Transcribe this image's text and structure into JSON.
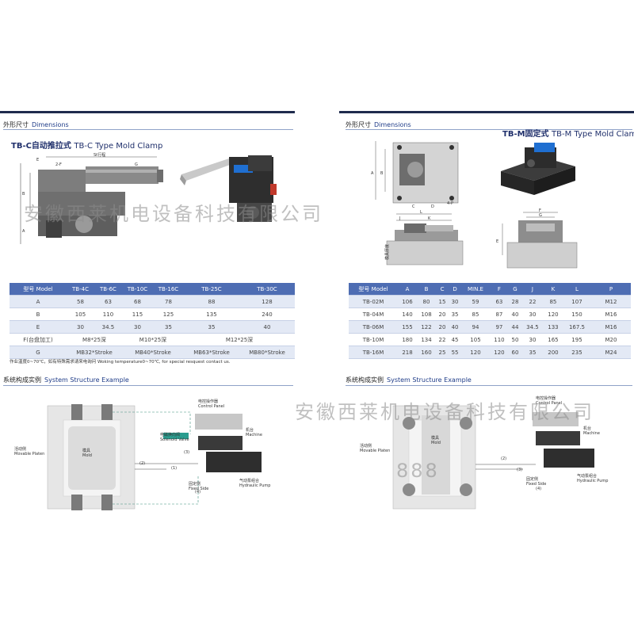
{
  "left": {
    "section1": {
      "cn": "外形尺寸",
      "en": "Dimensions"
    },
    "model": {
      "cn": "TB-C自动推拉式",
      "en": "TB-C Type Mold Clamp"
    },
    "drawing_labels": {
      "stroke": "St行程",
      "g": "G",
      "twoF": "2-F",
      "e": "E",
      "b": "B",
      "a": "A"
    },
    "table": {
      "headers": [
        "型号 Model",
        "TB-4C",
        "TB-6C",
        "TB-10C",
        "TB-16C",
        "TB-25C",
        "TB-30C"
      ],
      "rows": [
        [
          "A",
          "58",
          "63",
          "68",
          "78",
          "88",
          "128"
        ],
        [
          "B",
          "105",
          "110",
          "115",
          "125",
          "135",
          "240"
        ],
        [
          "E",
          "30",
          "34.5",
          "30",
          "35",
          "35",
          "40"
        ]
      ],
      "f_row": {
        "label": "F(台盘加工)",
        "v1": "M8*25深",
        "v2": "M10*25深",
        "v3": "M12*25深"
      },
      "g_row": {
        "label": "G",
        "v1": "MB32*Stroke",
        "v2": "MB40*Stroke",
        "v3": "MB63*Stroke",
        "v4": "MB80*Stroke"
      }
    },
    "note": "作业温度0~70℃，如有特殊需求请来电询问    Woking temperature0~70℃, for special resquest contact us.",
    "section2": {
      "cn": "系统构成实例",
      "en": "System Structure Example"
    },
    "diagram": {
      "mold_cn": "模具",
      "mold_en": "Mold",
      "movable_cn": "活动侧",
      "movable_en": "Movable Platen",
      "control_cn": "电控操作器",
      "control_en": "Control Panel",
      "solenoid_cn": "电磁换向阀",
      "solenoid_en": "Solenoid Valve",
      "machine_cn": "机台",
      "machine_en": "Machine",
      "fixed_cn": "固定侧",
      "fixed_en": "Fixed Side",
      "pump_cn": "气动泵组合",
      "pump_en": "Hydraulic Pump",
      "c1": "(1)",
      "c2": "(2)",
      "c3": "(3)",
      "c4": "(4)"
    }
  },
  "right": {
    "section1": {
      "cn": "外形尺寸",
      "en": "Dimensions"
    },
    "model": {
      "cn": "TB-M固定式",
      "en": "TB-M Type Mold Clamp"
    },
    "drawing_labels": {
      "a": "A",
      "b": "B",
      "c": "C",
      "d": "D",
      "fourP": "4-P",
      "j": "J",
      "k": "K",
      "l": "L",
      "f": "F",
      "g": "G",
      "e": "E",
      "plate": "模具厚度"
    },
    "table": {
      "headers": [
        "型号 Model",
        "A",
        "B",
        "C",
        "D",
        "MIN.E",
        "F",
        "G",
        "J",
        "K",
        "L",
        "P"
      ],
      "rows": [
        [
          "TB-02M",
          "106",
          "80",
          "15",
          "30",
          "59",
          "63",
          "28",
          "22",
          "85",
          "107",
          "M12"
        ],
        [
          "TB-04M",
          "140",
          "108",
          "20",
          "35",
          "85",
          "87",
          "40",
          "30",
          "120",
          "150",
          "M16"
        ],
        [
          "TB-06M",
          "155",
          "122",
          "20",
          "40",
          "94",
          "97",
          "44",
          "34.5",
          "133",
          "167.5",
          "M16"
        ],
        [
          "TB-10M",
          "180",
          "134",
          "22",
          "45",
          "105",
          "110",
          "50",
          "30",
          "165",
          "195",
          "M20"
        ],
        [
          "TB-16M",
          "218",
          "160",
          "25",
          "55",
          "120",
          "120",
          "60",
          "35",
          "200",
          "235",
          "M24"
        ]
      ]
    },
    "section2": {
      "cn": "系统构成实例",
      "en": "System Structure Example"
    },
    "diagram": {
      "mold_cn": "模具",
      "mold_en": "Mold",
      "movable_cn": "活动侧",
      "movable_en": "Movable Platen",
      "control_cn": "电控操作器",
      "control_en": "Control Panel",
      "machine_cn": "机台",
      "machine_en": "Machine",
      "fixed_cn": "固定侧",
      "fixed_en": "Fixed Side",
      "pump_cn": "气动泵组合",
      "pump_en": "Hydraulic Pump",
      "c2": "(2)",
      "c3": "(3)",
      "c4": "(4)"
    }
  },
  "watermarks": {
    "text": "安徽西莱机电设备科技有限公司",
    "partial": "888"
  },
  "colors": {
    "accent": "#1f2b4d",
    "header": "#4e6db3",
    "rowband": "#e3e9f5",
    "clamp_blue": "#1f6fd1"
  }
}
